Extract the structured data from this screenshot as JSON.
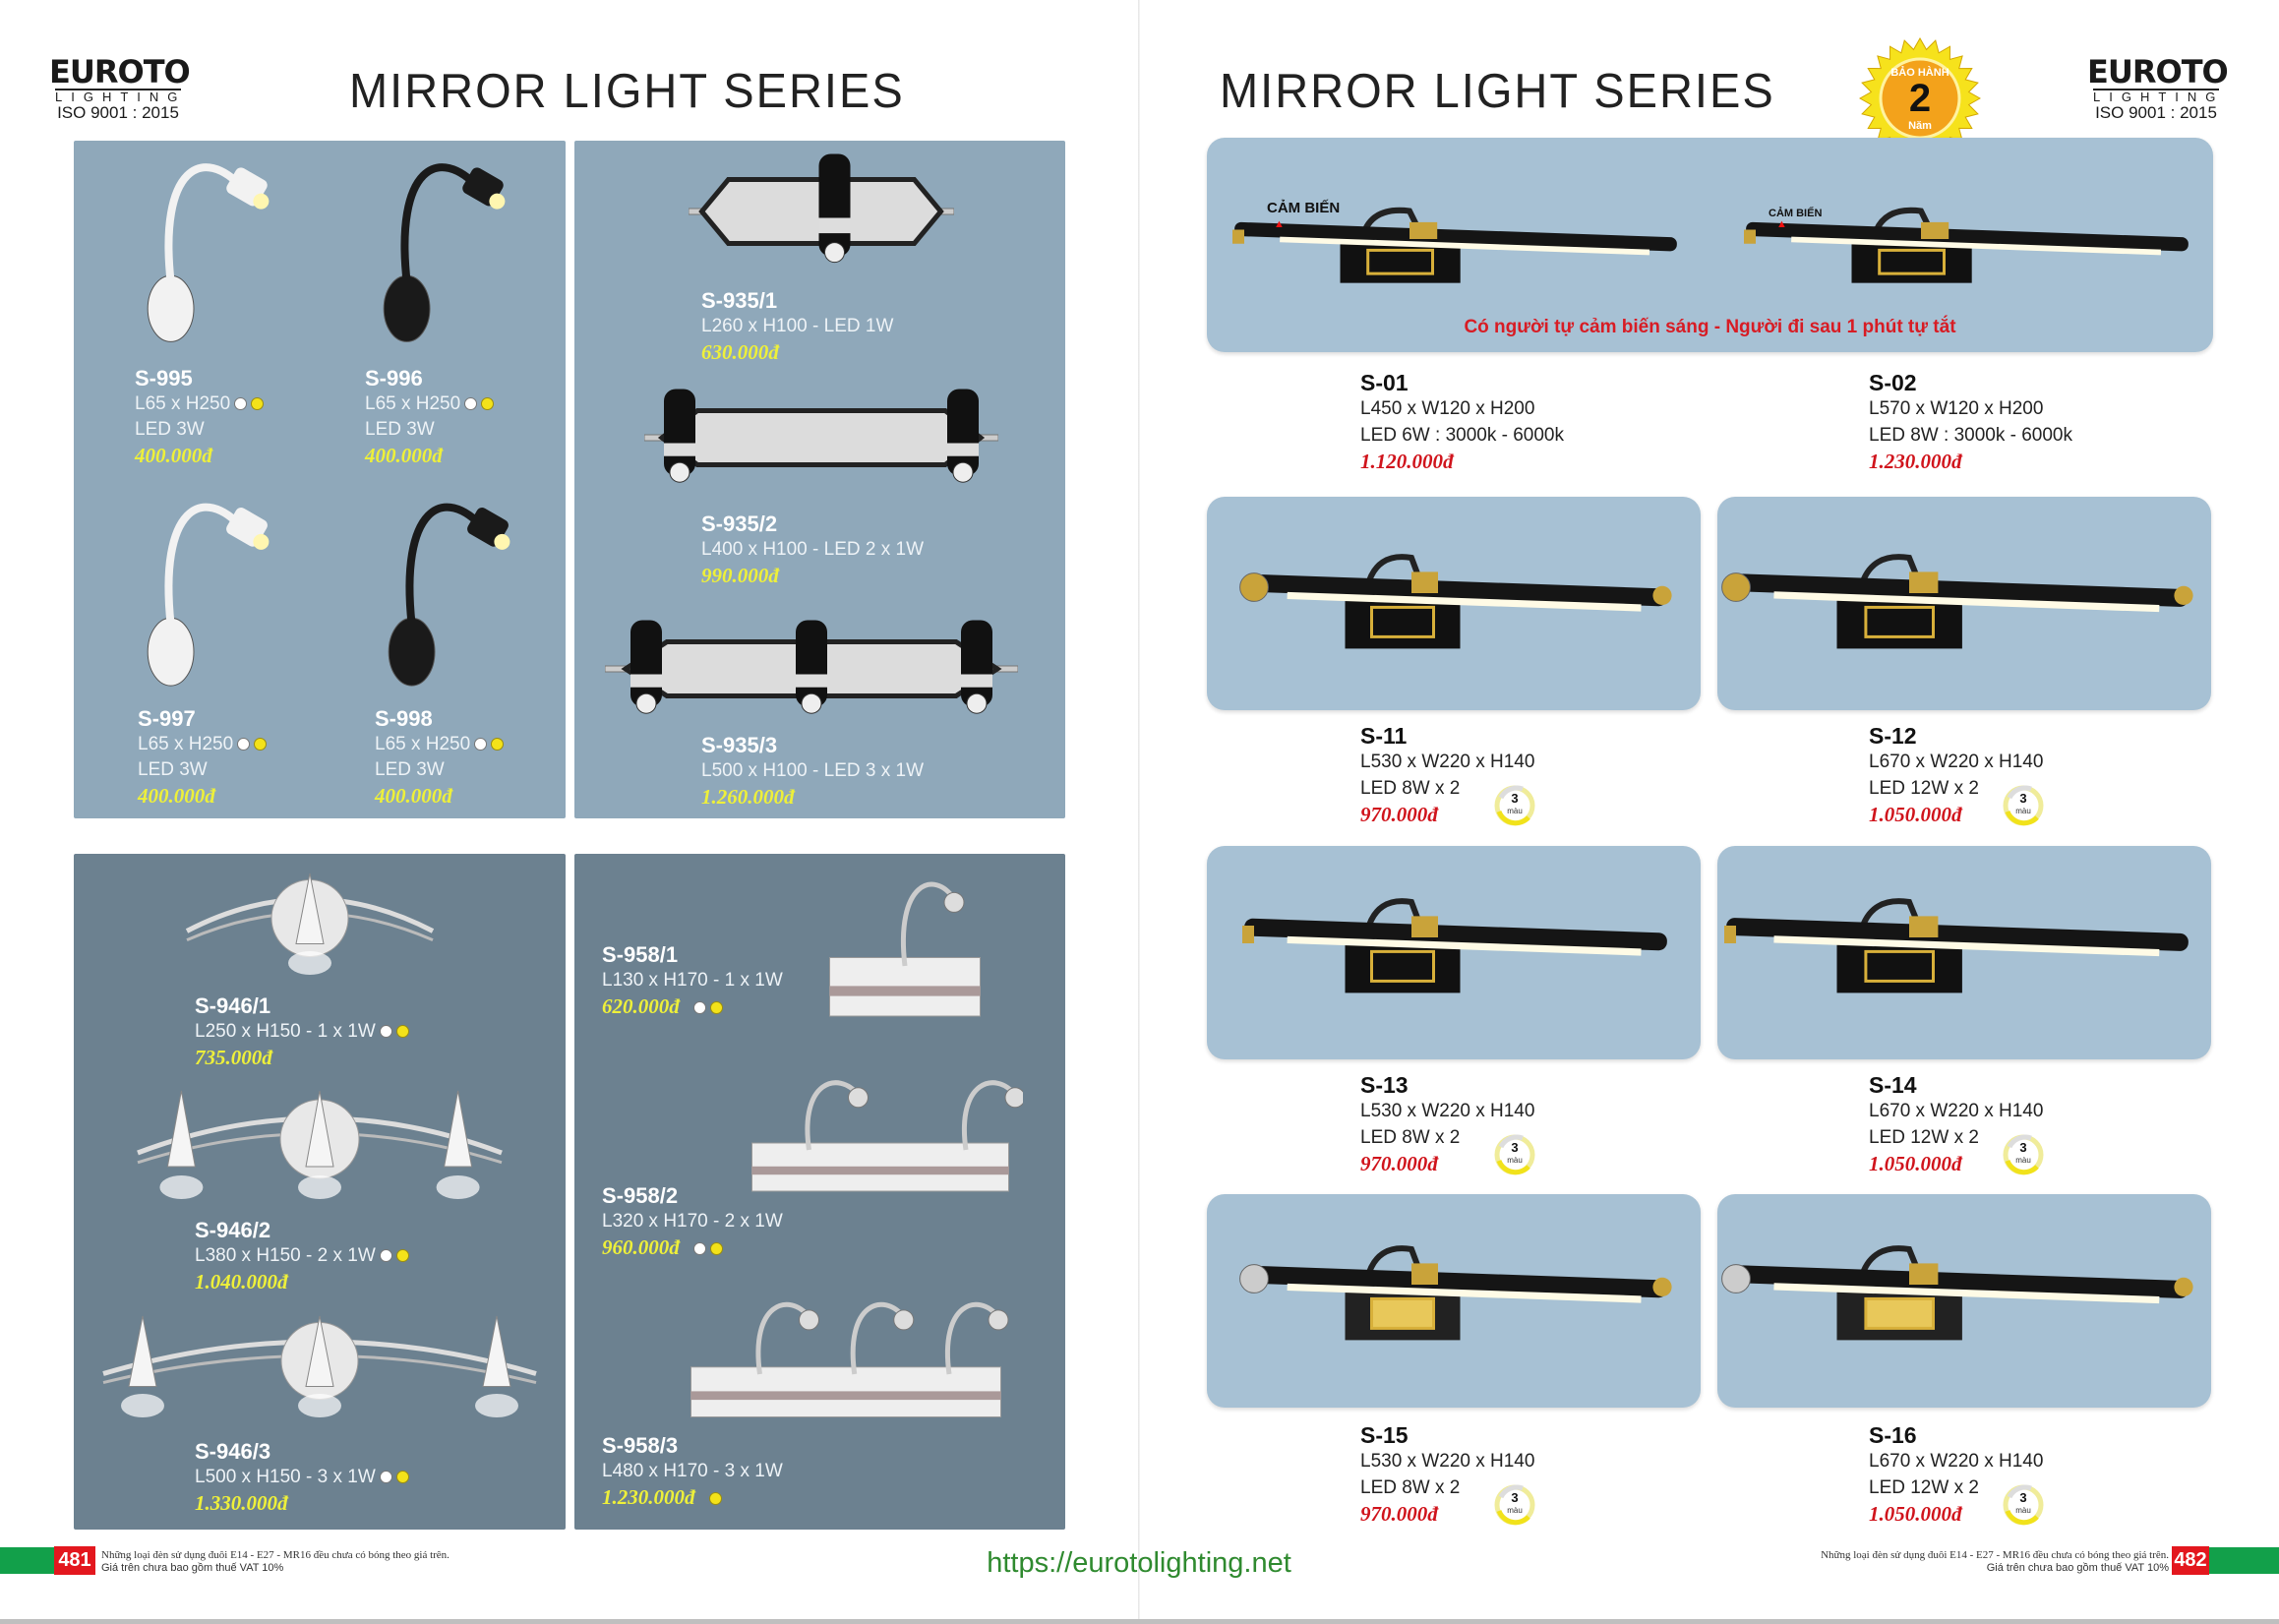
{
  "left_page": {
    "logo": {
      "brand": "EUROTO",
      "sub": "LIGHTING",
      "iso": "ISO 9001 : 2015"
    },
    "title": "MIRROR LIGHT SERIES",
    "page_number": "481",
    "footnote": [
      "Những loại đèn sử dụng đuôi E14 - E27 - MR16 đều chưa có bóng theo giá trên.",
      "Giá trên chưa bao gồm thuế VAT 10%"
    ],
    "products": [
      {
        "code": "S-995",
        "specs": [
          "L65 x H250",
          "LED 3W"
        ],
        "price": "400.000đ",
        "dots": [
          "white",
          "yellow"
        ]
      },
      {
        "code": "S-996",
        "specs": [
          "L65 x H250",
          "LED 3W"
        ],
        "price": "400.000đ",
        "dots": [
          "white",
          "yellow"
        ]
      },
      {
        "code": "S-997",
        "specs": [
          "L65 x H250",
          "LED 3W"
        ],
        "price": "400.000đ",
        "dots": [
          "white",
          "yellow"
        ]
      },
      {
        "code": "S-998",
        "specs": [
          "L65 x H250",
          "LED 3W"
        ],
        "price": "400.000đ",
        "dots": [
          "white",
          "yellow"
        ]
      },
      {
        "code": "S-935/1",
        "specs": [
          "L260 x H100 - LED 1W"
        ],
        "price": "630.000đ",
        "dots": []
      },
      {
        "code": "S-935/2",
        "specs": [
          "L400 x H100 - LED 2 x 1W"
        ],
        "price": "990.000đ",
        "dots": []
      },
      {
        "code": "S-935/3",
        "specs": [
          "L500 x H100 - LED 3 x 1W"
        ],
        "price": "1.260.000đ",
        "dots": []
      },
      {
        "code": "S-946/1",
        "specs": [
          "L250 x H150 - 1 x 1W"
        ],
        "price": "735.000đ",
        "dots": [
          "white",
          "yellow"
        ]
      },
      {
        "code": "S-946/2",
        "specs": [
          "L380 x H150 - 2 x 1W"
        ],
        "price": "1.040.000đ",
        "dots": [
          "white",
          "yellow"
        ]
      },
      {
        "code": "S-946/3",
        "specs": [
          "L500 x H150 - 3 x 1W"
        ],
        "price": "1.330.000đ",
        "dots": [
          "white",
          "yellow"
        ]
      },
      {
        "code": "S-958/1",
        "specs": [
          "L130 x H170 - 1 x 1W"
        ],
        "price": "620.000đ",
        "dots": [
          "white",
          "yellow"
        ]
      },
      {
        "code": "S-958/2",
        "specs": [
          "L320 x H170 - 2 x 1W"
        ],
        "price": "960.000đ",
        "dots": [
          "white",
          "yellow"
        ]
      },
      {
        "code": "S-958/3",
        "specs": [
          "L480 x H170 - 3 x 1W"
        ],
        "price": "1.230.000đ",
        "dots": [
          "yellow"
        ]
      }
    ]
  },
  "right_page": {
    "logo": {
      "brand": "EUROTO",
      "sub": "LIGHTING",
      "iso": "ISO 9001 : 2015"
    },
    "title": "MIRROR LIGHT SERIES",
    "warranty_badge": {
      "top": "BẢO HÀNH",
      "number": "2",
      "bottom": "Năm"
    },
    "sensor_label": "CẢM BIẾN",
    "sensor_note": "Có người tự cảm biến sáng  - Người đi sau 1 phút tự tắt",
    "color_badge": {
      "number": "3",
      "label": "màu"
    },
    "page_number": "482",
    "footnote": [
      "Những loại đèn sử dụng đuôi E14 - E27 - MR16 đều chưa có bóng theo giá trên.",
      "Giá trên chưa bao gồm thuế VAT 10%"
    ],
    "products": [
      {
        "code": "S-01",
        "specs": [
          "L450 x W120 x H200",
          "LED 6W :  3000k - 6000k"
        ],
        "price": "1.120.000đ"
      },
      {
        "code": "S-02",
        "specs": [
          "L570 x W120 x H200",
          "LED 8W :  3000k - 6000k"
        ],
        "price": "1.230.000đ"
      },
      {
        "code": "S-11",
        "specs": [
          "L530 x W220 x H140",
          "LED  8W x 2"
        ],
        "price": "970.000đ"
      },
      {
        "code": "S-12",
        "specs": [
          "L670 x W220 x H140",
          "LED  12W x 2"
        ],
        "price": "1.050.000đ"
      },
      {
        "code": "S-13",
        "specs": [
          "L530 x W220 x H140",
          "LED  8W x 2"
        ],
        "price": "970.000đ"
      },
      {
        "code": "S-14",
        "specs": [
          "L670 x W220 x H140",
          "LED  12W x 2"
        ],
        "price": "1.050.000đ"
      },
      {
        "code": "S-15",
        "specs": [
          "L530 x W220 x H140",
          "LED  8W x 2"
        ],
        "price": "970.000đ"
      },
      {
        "code": "S-16",
        "specs": [
          "L670 x W220 x H140",
          "LED  12W x 2"
        ],
        "price": "1.050.000đ"
      }
    ]
  },
  "website_url": "https://eurotolighting.net"
}
